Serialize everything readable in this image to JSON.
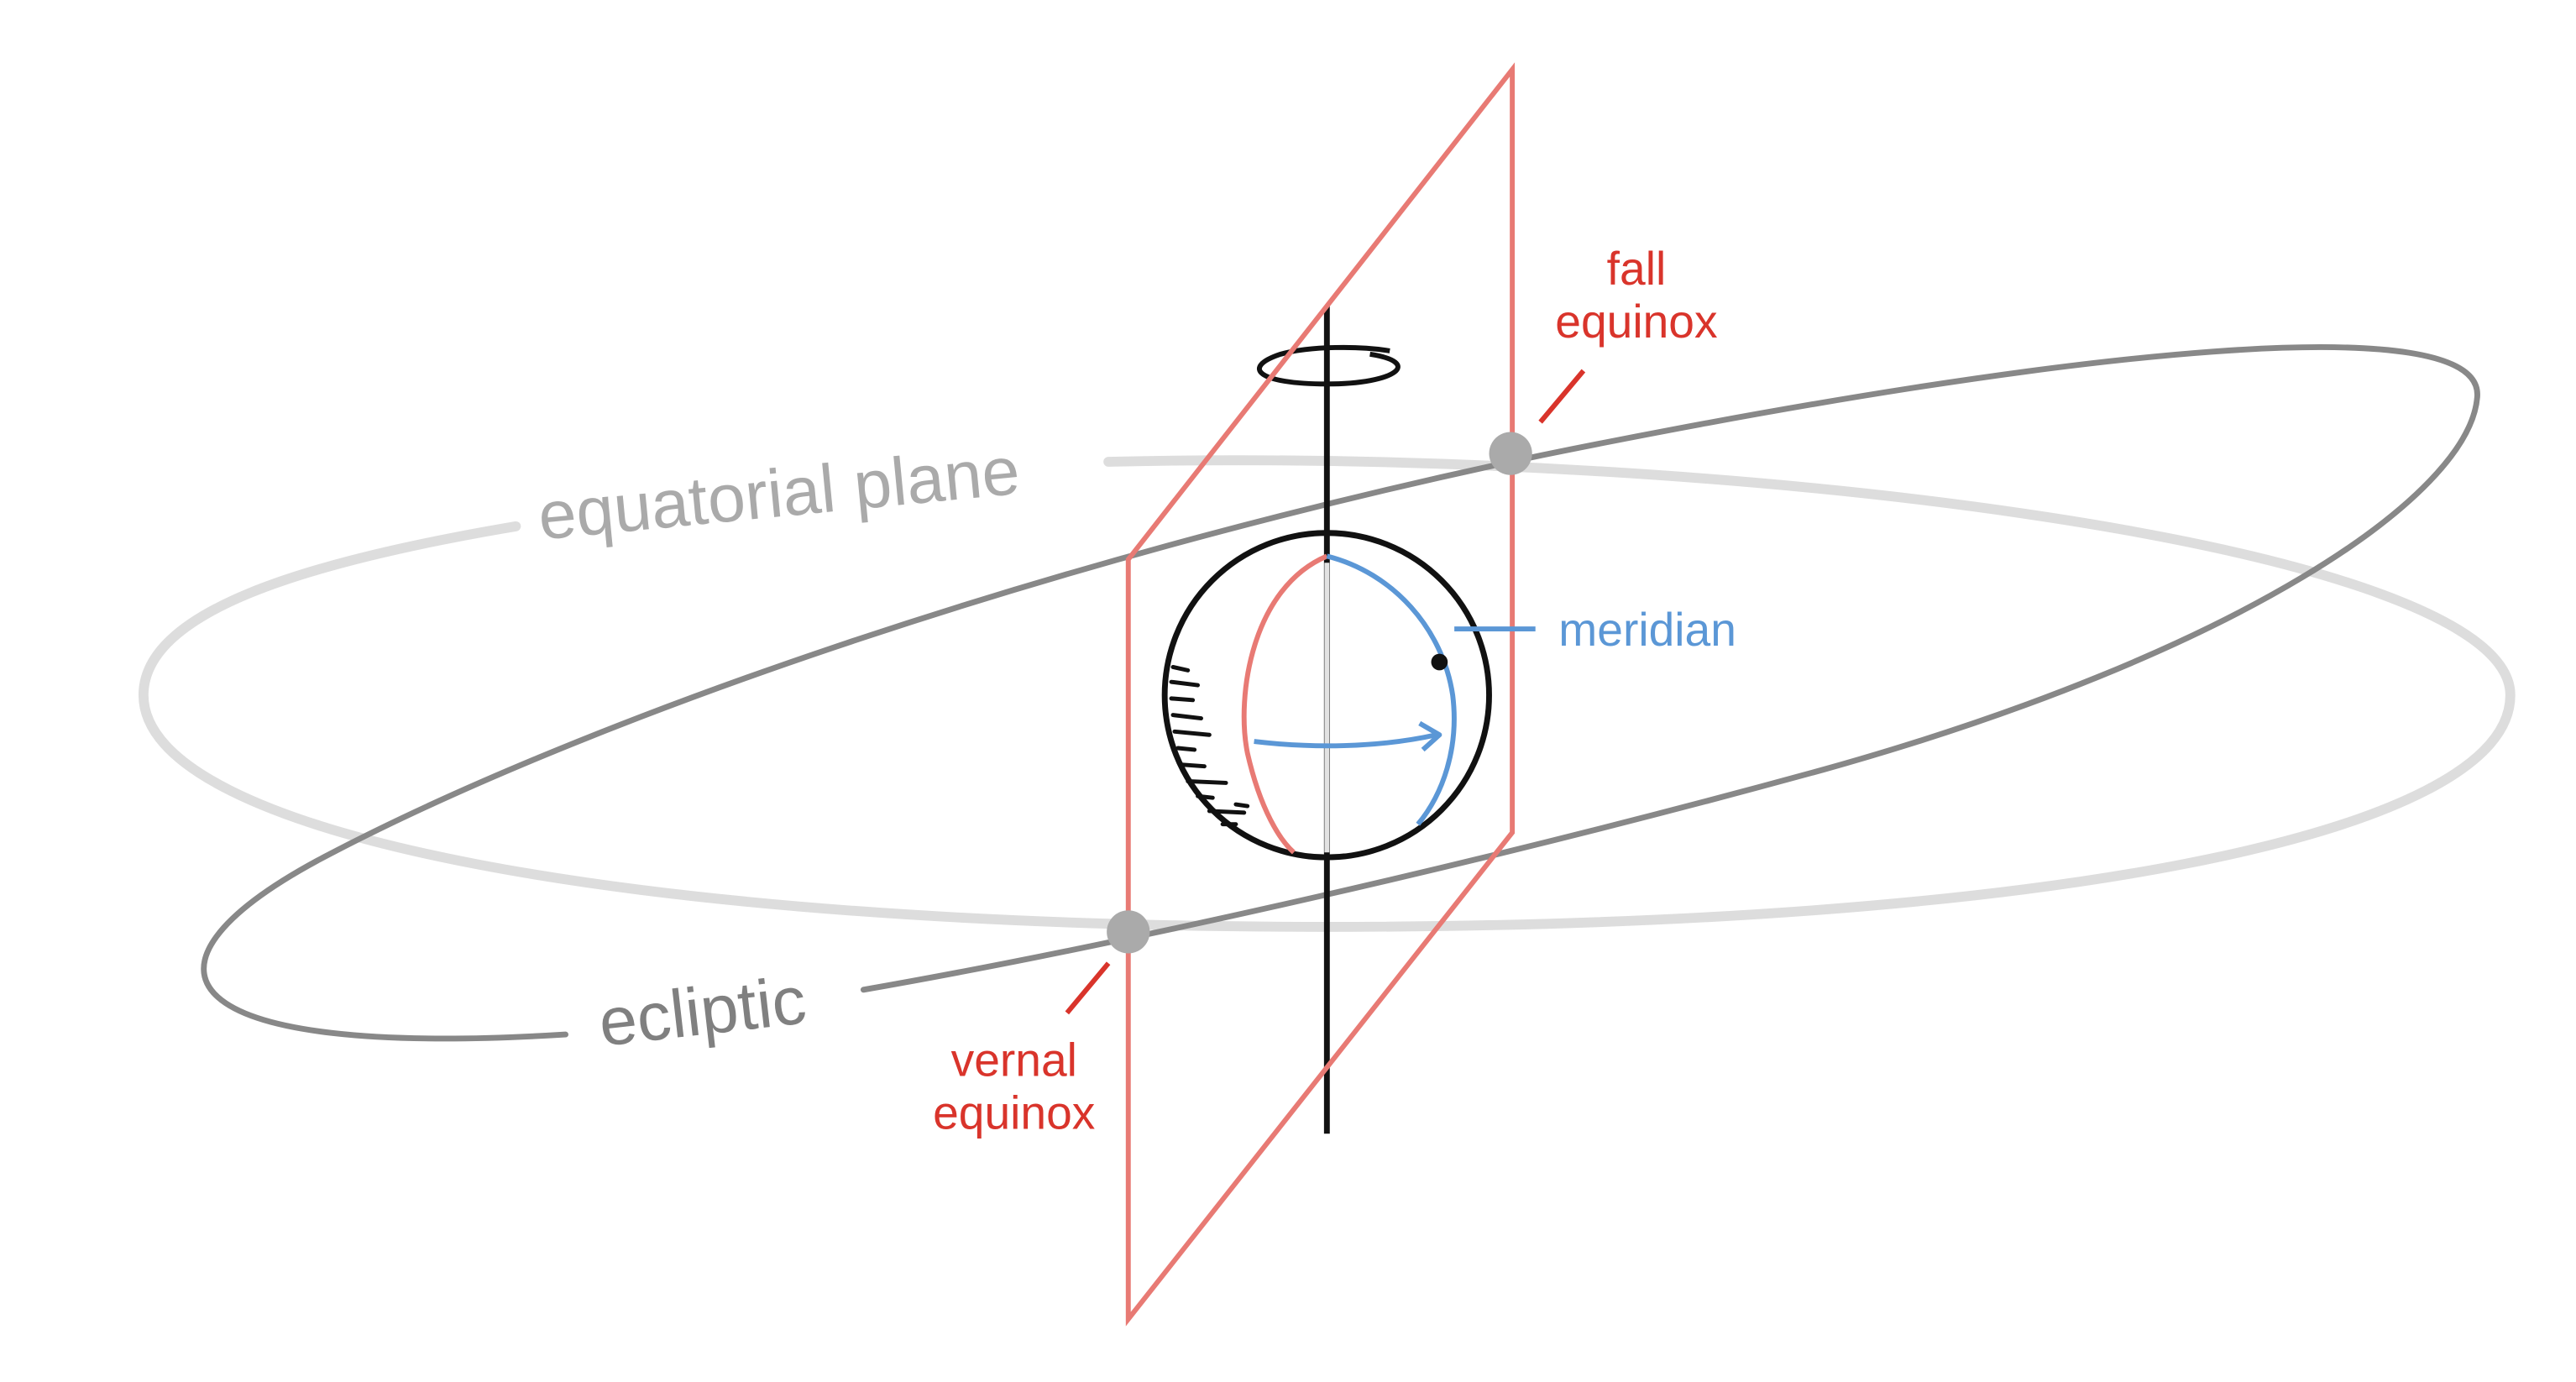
{
  "labels": {
    "equatorial_plane": "equatorial plane",
    "ecliptic": "ecliptic",
    "meridian": "meridian",
    "fall_equinox_line1": "fall",
    "fall_equinox_line2": "equinox",
    "vernal_equinox_line1": "vernal",
    "vernal_equinox_line2": "equinox"
  },
  "colors": {
    "equatorial_plane": "#dddddd",
    "equatorial_label": "#aaaaaa",
    "ecliptic": "#888888",
    "ecliptic_label": "#808080",
    "equinox_plane": "#e87a74",
    "equinox_label": "#d9342b",
    "meridian": "#5b97d6",
    "axis": "#111111",
    "equinox_dot": "#aaaaaa"
  }
}
